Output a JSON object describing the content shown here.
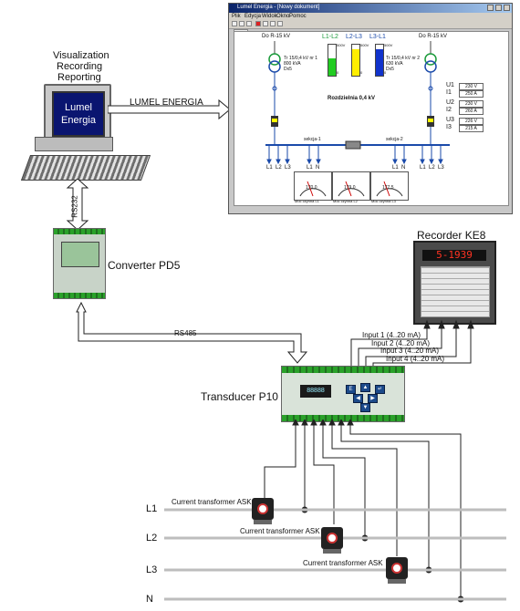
{
  "computer": {
    "label_lines": [
      "Visualization",
      "Recording",
      "Reporting"
    ],
    "screen_lines": [
      "Lumel",
      "Energia"
    ],
    "link_label": "LUMEL ENERGIA"
  },
  "scada": {
    "title": "Lumel Energia - [Nowy dokument]",
    "menu": [
      "Plik",
      "Edycja",
      "Widok",
      "Okno",
      "Pomoc"
    ],
    "tab": "Okno",
    "feed_left": "Do R-15 kV",
    "feed_right": "Do R-15 kV",
    "tr_left": "Tr 15/0,4 kV nr 1\n800 kVA\nDx5",
    "tr_right": "Tr 15/0,4 kV nr 2\n630 kVA\nDx5",
    "bars": [
      {
        "label": "L1-L2",
        "color": "#22cc22",
        "level": 0.55
      },
      {
        "label": "L2-L3",
        "color": "#ffee00",
        "level": 0.85
      },
      {
        "label": "L3-L1",
        "color": "#1133cc",
        "level": 0.85
      }
    ],
    "bar_scale_top": "500V",
    "bar_scale_bottom": "0",
    "switchgear": "Rozdzielnia 0,4 kV",
    "section1": "sekcja-1",
    "section2": "sekcja-2",
    "readings": [
      {
        "name": "U1",
        "value": "230 V"
      },
      {
        "name": "I1",
        "value": "250 A"
      },
      {
        "name": "U2",
        "value": "230 V"
      },
      {
        "name": "I2",
        "value": "260 A"
      },
      {
        "name": "U3",
        "value": "226 V"
      },
      {
        "name": "I3",
        "value": "215 A"
      }
    ],
    "outputs_left": [
      "L1",
      "L2",
      "L3",
      "L1",
      "N"
    ],
    "outputs_right": [
      "L1",
      "N",
      "L1",
      "L2",
      "L3"
    ],
    "gauges": [
      {
        "value": "170,0",
        "label": "Moc czynna L1"
      },
      {
        "value": "179,0",
        "label": "Moc czynna L2"
      },
      {
        "value": "177,5",
        "label": "Moc czynna L3"
      }
    ]
  },
  "converter": {
    "label": "Converter PD5",
    "link_label": "RS232"
  },
  "rs485_label": "RS485",
  "recorder": {
    "label": "Recorder KE8",
    "display": "5-1939"
  },
  "inputs": [
    "Input 1 (4..20 mA)",
    "Input 2 (4..20 mA)",
    "Input 3 (4..20 mA)",
    "Input 4 (4..20 mA)"
  ],
  "transducer": {
    "label": "Transducer P10",
    "display": "88888"
  },
  "current_transformer_label": "Current transformer ASK",
  "lines": [
    "L1",
    "L2",
    "L3",
    "N"
  ]
}
